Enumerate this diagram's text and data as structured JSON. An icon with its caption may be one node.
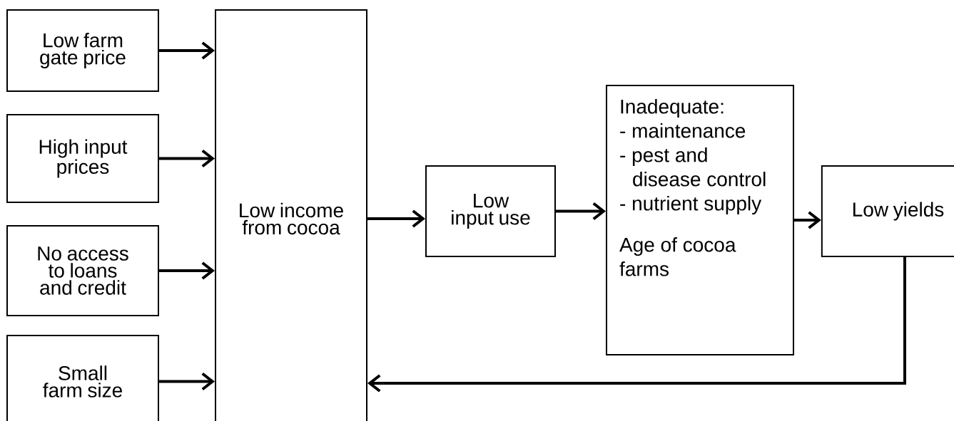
{
  "diagram": {
    "nodes": [
      {
        "text": [
          "Low farm gate price"
        ]
      },
      {
        "text": [
          "High input prices"
        ]
      },
      {
        "text": [
          "No access to loans and credit"
        ]
      },
      {
        "text": [
          "Small farm size"
        ]
      },
      {
        "text": [
          "Low income from cocoa"
        ]
      },
      {
        "text": [
          "Low input use"
        ]
      },
      {
        "text": [
          "Inadequate:",
          "- maintenance",
          "- pest and disease control",
          "- nutrient supply",
          "Age of cocoa farms"
        ]
      },
      {
        "text": [
          "Low yields"
        ]
      }
    ],
    "edges": [
      {
        "from": 0,
        "to": 4,
        "arrow": "to"
      },
      {
        "from": 1,
        "to": 4,
        "arrow": "to"
      },
      {
        "from": 2,
        "to": 4,
        "arrow": "to"
      },
      {
        "from": 3,
        "to": 4,
        "arrow": "to"
      },
      {
        "from": 4,
        "to": 5,
        "arrow": "to"
      },
      {
        "from": 5,
        "to": 6,
        "arrow": "to"
      },
      {
        "from": 6,
        "to": 7,
        "arrow": "to"
      },
      {
        "from": 7,
        "to": 4,
        "arrow": "to"
      }
    ]
  }
}
